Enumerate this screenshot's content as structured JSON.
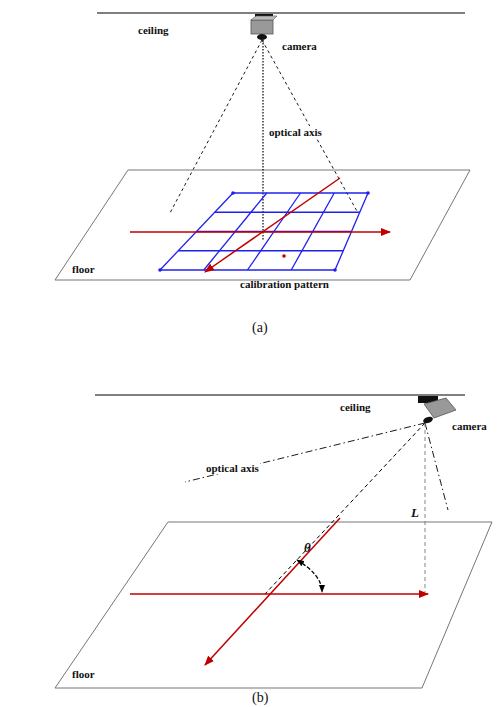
{
  "diagram": {
    "labels": [
      "ceiling",
      "camera",
      "optical axis",
      "calibration pattern",
      "floor",
      "(a)",
      "ceiling",
      "camera",
      "optical axis",
      "L",
      "θ",
      "floor",
      "(b)"
    ]
  }
}
